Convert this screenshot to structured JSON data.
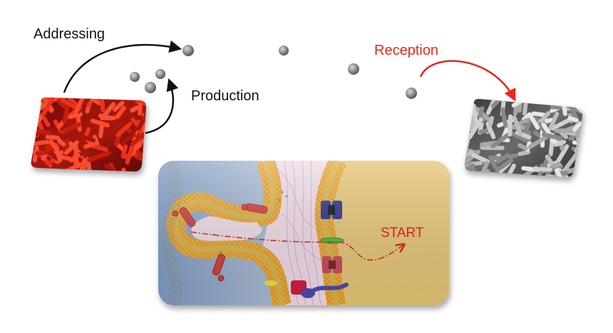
{
  "labels": {
    "addressing": "Addressing",
    "production": "Production",
    "reception": "Reception",
    "start": "START"
  },
  "colors": {
    "black_arrow": "#111111",
    "red_arrow": "#e8281c",
    "start_text": "#d81e1e",
    "producer_bacteria": "#b3180d",
    "receiver_bacteria": "#8a8a8a",
    "membrane_head": "#f3a62b",
    "membrane_tail": "#d9b24a",
    "cytoplasm": "#e9c978",
    "outer_medium": "#9fb4d0"
  },
  "icons": {
    "signal_molecule": "grey-sphere-icon",
    "producer_cells": "red-rod-bacteria-icon",
    "receiver_cells": "grey-rod-bacteria-icon"
  }
}
